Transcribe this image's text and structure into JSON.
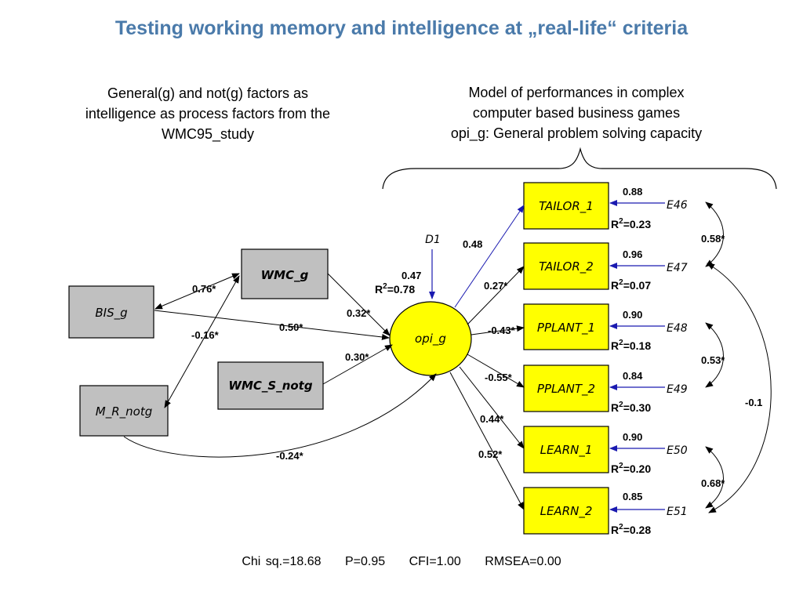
{
  "title": "Testing working memory and intelligence at „real-life“ criteria",
  "captions": {
    "left": [
      "General(g) and not(g) factors as",
      "intelligence as process factors from the",
      "WMC95_study"
    ],
    "right": [
      "Model of performances in complex",
      "computer based business games",
      "opi_g: General problem solving capacity"
    ]
  },
  "colors": {
    "title": "#4a7aaa",
    "predictor_box": "#c0c0c0",
    "criterion_box": "#ffff00",
    "disturbance_arrow": "#1a1ab0"
  },
  "diagram": {
    "predictors": {
      "bis_g": "BIS_g",
      "wmc_g": "WMC_g",
      "m_r_notg": "M_R_notg",
      "wmc_s_notg": "WMC_S_notg"
    },
    "latent": "opi_g",
    "disturbance": {
      "label": "D1",
      "value": "0.47",
      "r2_prefix": "R",
      "r2_sup": "2",
      "r2_value": "=0.78"
    },
    "predictor_paths": {
      "bis_wmc": "0.76*",
      "wmc_mr": "-0.16*",
      "wmc_opi": "0.32*",
      "bis_opi": "0.50*",
      "wmcs_opi": "0.30*",
      "mr_opi": "-0.24*"
    },
    "criteria": [
      {
        "label": "TAILOR_1",
        "loading": "0.48",
        "error_coef": "0.88",
        "r2": "=0.23",
        "error": "E46"
      },
      {
        "label": "TAILOR_2",
        "loading": "0.27*",
        "error_coef": "0.96",
        "r2": "=0.07",
        "error": "E47"
      },
      {
        "label": "PPLANT_1",
        "loading": "-0.43*",
        "error_coef": "0.90",
        "r2": "=0.18",
        "error": "E48"
      },
      {
        "label": "PPLANT_2",
        "loading": "-0.55*",
        "error_coef": "0.84",
        "r2": "=0.30",
        "error": "E49"
      },
      {
        "label": "LEARN_1",
        "loading": "0.44*",
        "error_coef": "0.90",
        "r2": "=0.20",
        "error": "E50"
      },
      {
        "label": "LEARN_2",
        "loading": "0.52*",
        "error_coef": "0.85",
        "r2": "=0.28",
        "error": "E51"
      }
    ],
    "r2_prefix": "R",
    "r2_sup": "2",
    "error_covariances": {
      "e46_e47": "0.58*",
      "e48_e49": "0.53*",
      "e50_e51": "0.68*",
      "e47_e51": "-0.1"
    }
  },
  "fit_stats": {
    "chi_sq": "Chi sq.=18.68",
    "p": "P=0.95",
    "cfi": "CFI=1.00",
    "rmsea": "RMSEA=0.00"
  }
}
